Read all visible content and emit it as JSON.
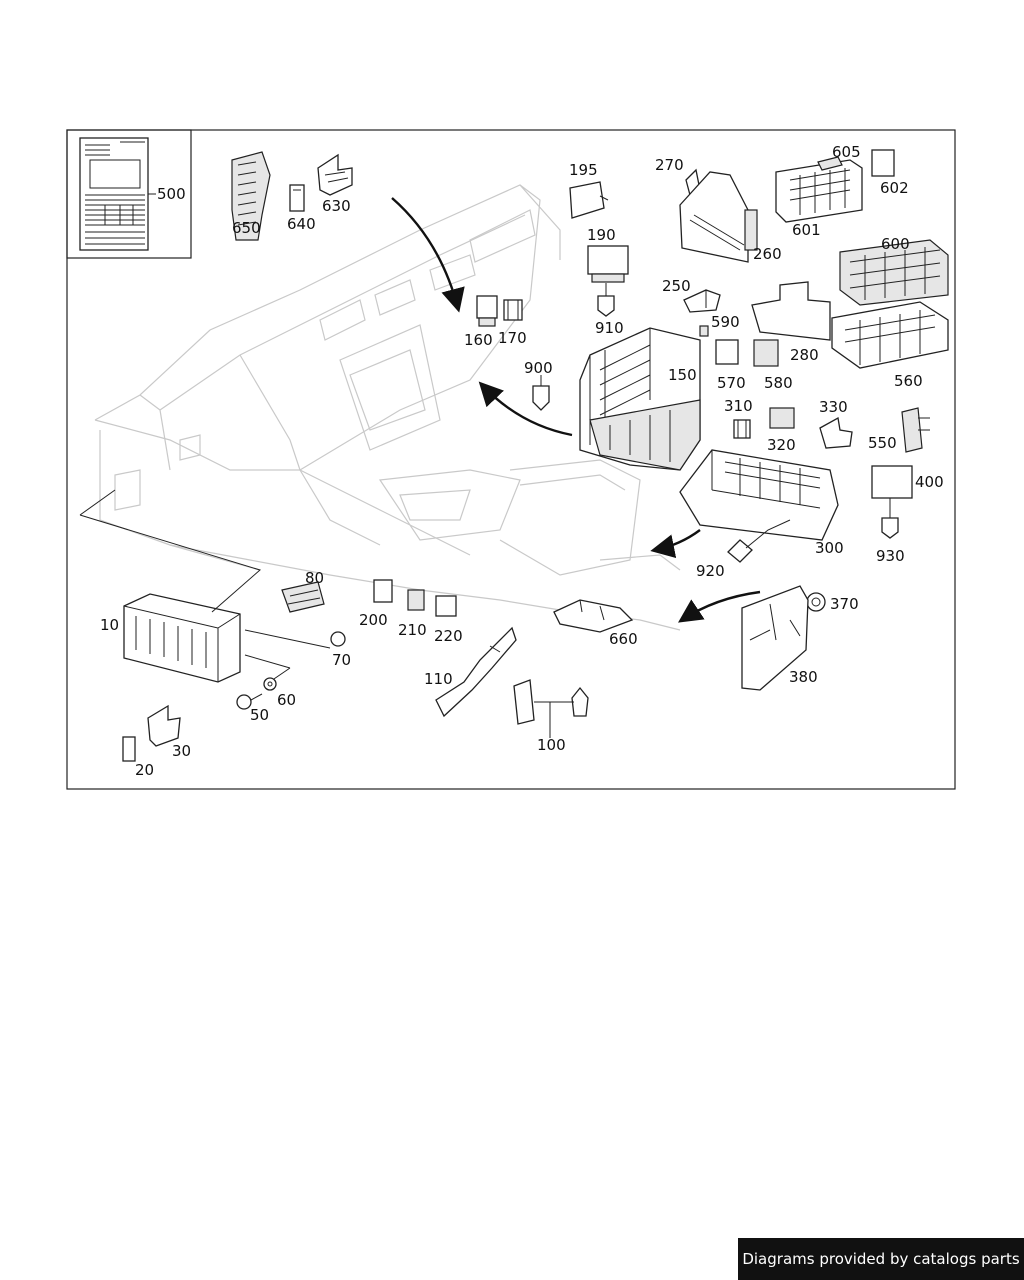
{
  "diagram": {
    "callouts": {
      "c10": "10",
      "c20": "20",
      "c30": "30",
      "c50": "50",
      "c60": "60",
      "c70": "70",
      "c80": "80",
      "c100": "100",
      "c110": "110",
      "c150": "150",
      "c160": "160",
      "c170": "170",
      "c190": "190",
      "c195": "195",
      "c200": "200",
      "c210": "210",
      "c220": "220",
      "c250": "250",
      "c260": "260",
      "c270": "270",
      "c280": "280",
      "c300": "300",
      "c310": "310",
      "c320": "320",
      "c330": "330",
      "c370": "370",
      "c380": "380",
      "c400": "400",
      "c500": "500",
      "c550": "550",
      "c560": "560",
      "c570": "570",
      "c580": "580",
      "c590": "590",
      "c600": "600",
      "c601": "601",
      "c602": "602",
      "c605": "605",
      "c630": "630",
      "c640": "640",
      "c650": "650",
      "c660": "660",
      "c900": "900",
      "c910": "910",
      "c920": "920",
      "c930": "930"
    }
  },
  "footer": {
    "credit": "Diagrams provided by catalogs parts"
  },
  "colors": {
    "line": "#222222",
    "ghost": "#c9c9c9",
    "credit_bg": "#111111",
    "credit_text": "#ffffff"
  }
}
